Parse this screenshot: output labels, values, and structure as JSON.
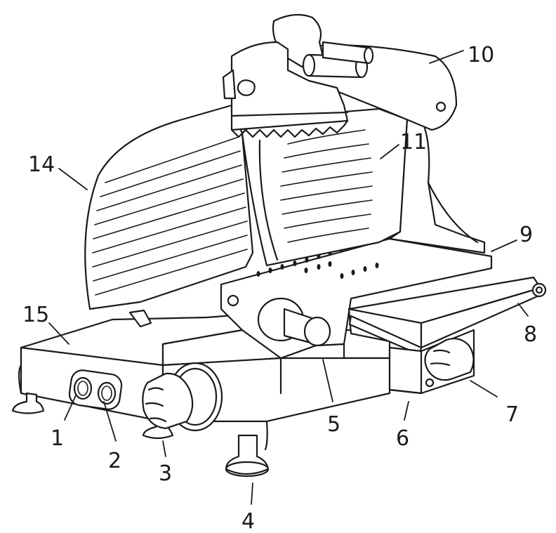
{
  "callouts": {
    "c1": "1",
    "c2": "2",
    "c3": "3",
    "c4": "4",
    "c5": "5",
    "c6": "6",
    "c7": "7",
    "c8": "8",
    "c9": "9",
    "c10": "10",
    "c11": "11",
    "c14": "14",
    "c15": "15"
  }
}
